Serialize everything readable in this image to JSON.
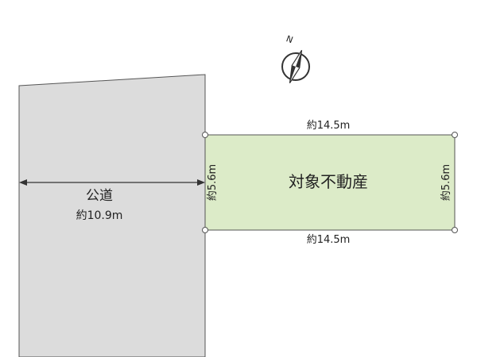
{
  "compass": {
    "north_label": "N",
    "icon": "north-arrow-icon"
  },
  "road": {
    "name": "公道",
    "width_label": "約10.9m"
  },
  "parcel": {
    "name": "対象不動産",
    "top_label": "約14.5m",
    "bottom_label": "約14.5m",
    "left_label": "約5.6m",
    "right_label": "約5.6m"
  },
  "colors": {
    "road_fill": "#dcdcdc",
    "parcel_fill": "#dcebc8",
    "outline": "#555555",
    "text": "#222222"
  }
}
